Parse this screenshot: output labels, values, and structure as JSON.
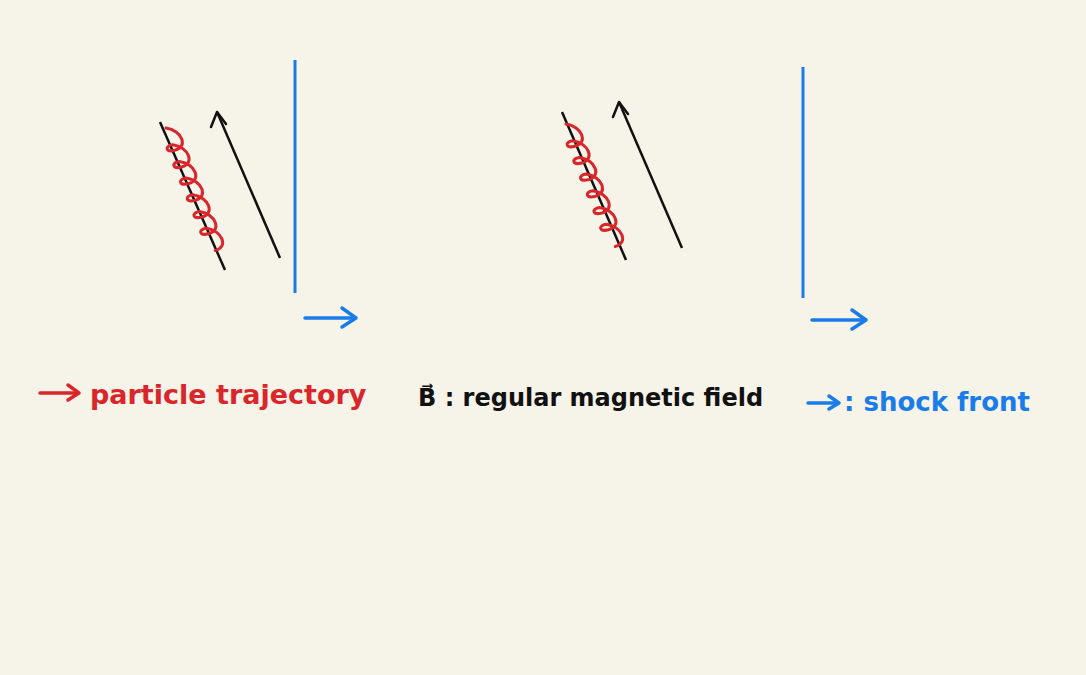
{
  "diagram": {
    "legend": [
      {
        "text": "particle trajectory"
      },
      {
        "text": "B⃗ : regular magnetic field"
      },
      {
        "text": ": shock front"
      }
    ]
  }
}
